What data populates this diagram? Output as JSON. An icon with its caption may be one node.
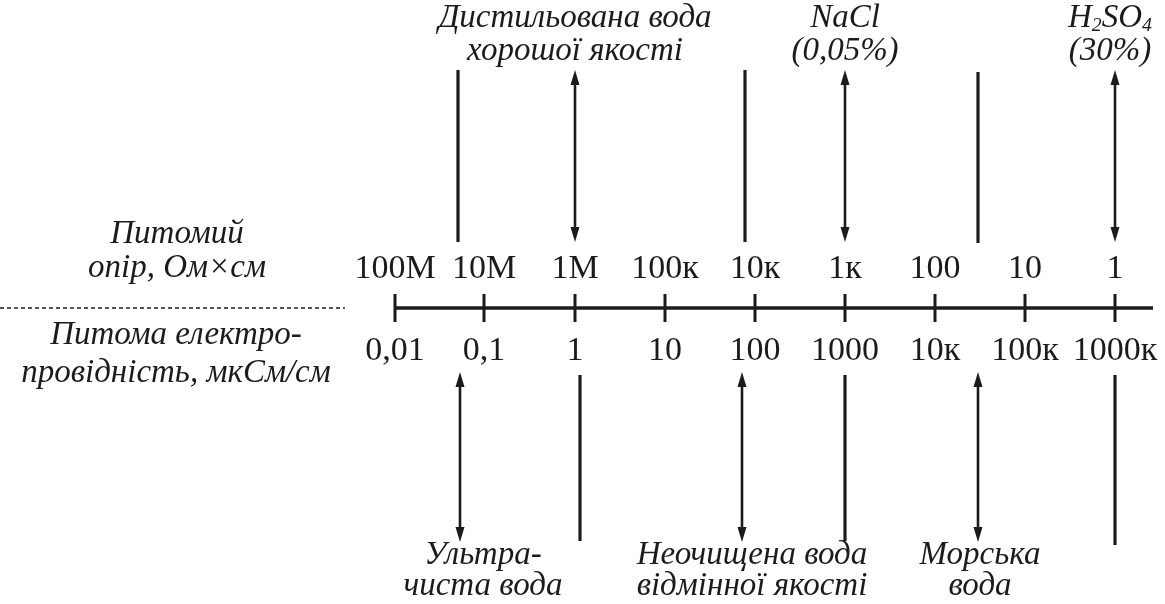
{
  "diagram": {
    "labels": [
      "Дистильована вода хорошої якості",
      "NaCl (0,05%)",
      "H$_{2}$SO$_{4}$ (30%)",
      "Питомий опір, Ом×см",
      "100М",
      "10М",
      "1М",
      "100к",
      "10к",
      "1к",
      "100",
      "10",
      "1",
      "Питома електро- провідність, мкСм/см",
      "0,01",
      "0,1",
      "1",
      "10",
      "100",
      "1000",
      "10к",
      "100к",
      "1000к",
      "Ультра- чиста вода",
      "Неочищена вода відмінної якості",
      "Морська вода"
    ]
  }
}
